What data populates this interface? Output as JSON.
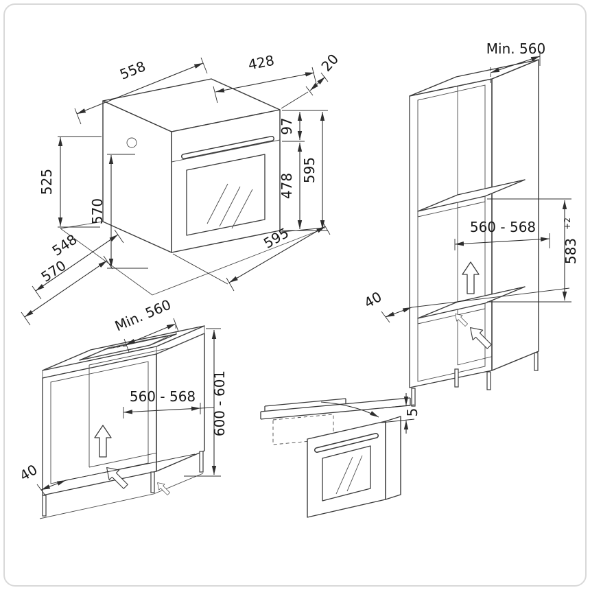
{
  "oven_view": {
    "dim_depth_top": "558",
    "dim_body_depth": "428",
    "dim_door_protrusion": "20",
    "dim_control_panel_height": "97",
    "dim_door_height": "478",
    "dim_height_right": "595",
    "dim_body_height": "525",
    "dim_inner_height": "570",
    "dim_depth_548": "548",
    "dim_depth_570": "570",
    "dim_width": "595"
  },
  "tall_cabinet_view": {
    "dim_min_depth": "Min. 560",
    "dim_niche_width": "560 - 568",
    "dim_niche_height": "583",
    "dim_niche_height_tol": "+2",
    "dim_rear_vent": "40"
  },
  "base_cabinet_view": {
    "dim_min_depth": "Min. 560",
    "dim_niche_width": "560 - 568",
    "dim_height": "600 - 601",
    "dim_rear_vent": "40"
  },
  "hob_oven_side_view": {
    "dim_gap": "5"
  }
}
